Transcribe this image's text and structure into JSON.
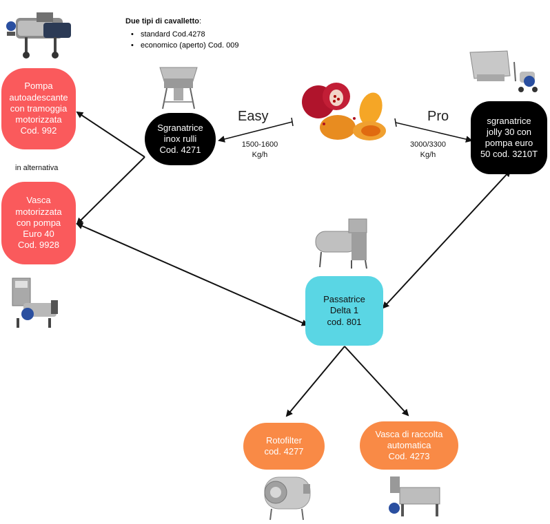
{
  "note": {
    "title": "Due tipi di cavalletto",
    "title_suffix": ":",
    "items": [
      "standard Cod.4278",
      "economico (aperto) Cod. 009"
    ]
  },
  "nodes": {
    "pompa": "Pompa\nautoadescante\ncon tramoggia\nmotorizzata\nCod. 992",
    "vasca_motorizzata": "Vasca\nmotorizzata\ncon pompa\nEuro 40\nCod. 9928",
    "sgranatrice_rulli": "Sgranatrice\ninox rulli\nCod. 4271",
    "sgranatrice_jolly": "sgranatrice\njolly 30 con\npompa euro\n50 cod. 3210T",
    "passatrice": "Passatrice\nDelta 1\ncod. 801",
    "rotofilter": "Rotofilter\ncod. 4277",
    "vasca_raccolta": "Vasca di raccolta\nautomatica\nCod. 4273"
  },
  "labels": {
    "alternativa": "in alternativa",
    "easy": "Easy",
    "pro": "Pro",
    "rate_easy": "1500-1600\nKg/h",
    "rate_pro": "3000/3300\nKg/h"
  },
  "colors": {
    "red": "#fa5a5c",
    "black": "#000000",
    "cyan": "#5ad6e4",
    "orange": "#f98a46"
  }
}
